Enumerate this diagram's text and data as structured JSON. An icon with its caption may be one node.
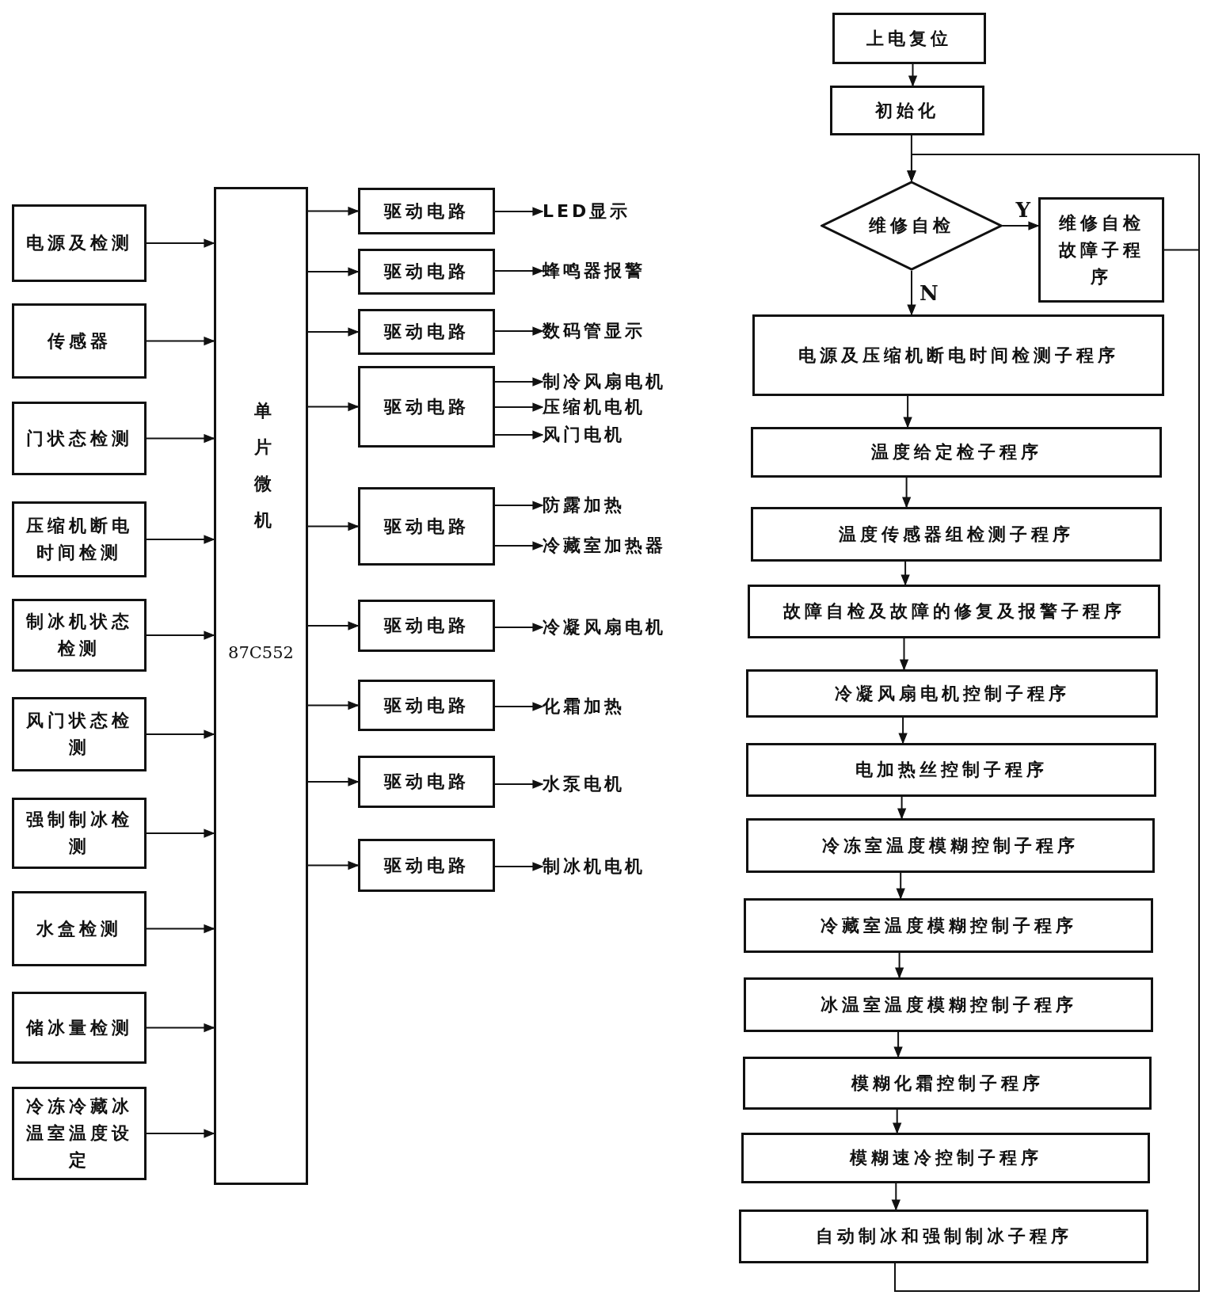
{
  "diagram": {
    "nodes": [
      {
        "text": [
          "电源及检测"
        ]
      },
      {
        "text": [
          "传感器"
        ]
      },
      {
        "text": [
          "门状态检测"
        ]
      },
      {
        "text": [
          "压缩机断电时间检测"
        ]
      },
      {
        "text": [
          "制冰机状态检测"
        ]
      },
      {
        "text": [
          "风门状态检测"
        ]
      },
      {
        "text": [
          "强制制冰检测"
        ]
      },
      {
        "text": [
          "水盒检测"
        ]
      },
      {
        "text": [
          "储冰量检测"
        ]
      },
      {
        "text": [
          "冷冻冷藏冰温室温度设定"
        ]
      },
      {
        "text": [
          "单片微机",
          "87C552"
        ]
      },
      {
        "text": [
          "驱动电路"
        ]
      },
      {
        "text": [
          "驱动电路"
        ]
      },
      {
        "text": [
          "驱动电路"
        ]
      },
      {
        "text": [
          "驱动电路"
        ]
      },
      {
        "text": [
          "驱动电路"
        ]
      },
      {
        "text": [
          "驱动电路"
        ]
      },
      {
        "text": [
          "驱动电路"
        ]
      },
      {
        "text": [
          "驱动电路"
        ]
      },
      {
        "text": [
          "驱动电路"
        ]
      },
      {
        "text": [
          "LED显示"
        ]
      },
      {
        "text": [
          "蜂鸣器报警"
        ]
      },
      {
        "text": [
          "数码管显示"
        ]
      },
      {
        "text": [
          "制冷风扇电机"
        ]
      },
      {
        "text": [
          "压缩机电机"
        ]
      },
      {
        "text": [
          "风门电机"
        ]
      },
      {
        "text": [
          "防露加热"
        ]
      },
      {
        "text": [
          "冷藏室加热器"
        ]
      },
      {
        "text": [
          "冷凝风扇电机"
        ]
      },
      {
        "text": [
          "化霜加热"
        ]
      },
      {
        "text": [
          "水泵电机"
        ]
      },
      {
        "text": [
          "制冰机电机"
        ]
      },
      {
        "text": [
          "上电复位"
        ]
      },
      {
        "text": [
          "初始化"
        ]
      },
      {
        "text": [
          "维修自检"
        ]
      },
      {
        "text": [
          "维修自检故障子程序"
        ]
      },
      {
        "text": [
          "电源及压缩机断电时间检测子程序"
        ]
      },
      {
        "text": [
          "温度给定检子程序"
        ]
      },
      {
        "text": [
          "温度传感器组检测子程序"
        ]
      },
      {
        "text": [
          "故障自检及故障的修复及报警子程序"
        ]
      },
      {
        "text": [
          "冷凝风扇电机控制子程序"
        ]
      },
      {
        "text": [
          "电加热丝控制子程序"
        ]
      },
      {
        "text": [
          "冷冻室温度模糊控制子程序"
        ]
      },
      {
        "text": [
          "冷藏室温度模糊控制子程序"
        ]
      },
      {
        "text": [
          "冰温室温度模糊控制子程序"
        ]
      },
      {
        "text": [
          "模糊化霜控制子程序"
        ]
      },
      {
        "text": [
          "模糊速冷控制子程序"
        ]
      },
      {
        "text": [
          "自动制冰和强制制冰子程序"
        ]
      }
    ],
    "edges": [
      {
        "from": 0,
        "to": 10,
        "arrow": "to"
      },
      {
        "from": 1,
        "to": 10,
        "arrow": "to"
      },
      {
        "from": 2,
        "to": 10,
        "arrow": "to"
      },
      {
        "from": 3,
        "to": 10,
        "arrow": "to"
      },
      {
        "from": 4,
        "to": 10,
        "arrow": "to"
      },
      {
        "from": 5,
        "to": 10,
        "arrow": "to"
      },
      {
        "from": 6,
        "to": 10,
        "arrow": "to"
      },
      {
        "from": 7,
        "to": 10,
        "arrow": "to"
      },
      {
        "from": 8,
        "to": 10,
        "arrow": "to"
      },
      {
        "from": 9,
        "to": 10,
        "arrow": "to"
      },
      {
        "from": 10,
        "to": 11,
        "arrow": "to"
      },
      {
        "from": 10,
        "to": 12,
        "arrow": "to"
      },
      {
        "from": 10,
        "to": 13,
        "arrow": "to"
      },
      {
        "from": 10,
        "to": 14,
        "arrow": "to"
      },
      {
        "from": 10,
        "to": 15,
        "arrow": "to"
      },
      {
        "from": 10,
        "to": 16,
        "arrow": "to"
      },
      {
        "from": 10,
        "to": 17,
        "arrow": "to"
      },
      {
        "from": 10,
        "to": 18,
        "arrow": "to"
      },
      {
        "from": 10,
        "to": 19,
        "arrow": "to"
      },
      {
        "from": 11,
        "to": 20,
        "arrow": "to"
      },
      {
        "from": 12,
        "to": 21,
        "arrow": "to"
      },
      {
        "from": 13,
        "to": 22,
        "arrow": "to"
      },
      {
        "from": 14,
        "to": 23,
        "arrow": "to"
      },
      {
        "from": 14,
        "to": 24,
        "arrow": "to"
      },
      {
        "from": 14,
        "to": 25,
        "arrow": "to"
      },
      {
        "from": 15,
        "to": 26,
        "arrow": "to"
      },
      {
        "from": 15,
        "to": 27,
        "arrow": "to"
      },
      {
        "from": 16,
        "to": 28,
        "arrow": "to"
      },
      {
        "from": 17,
        "to": 29,
        "arrow": "to"
      },
      {
        "from": 18,
        "to": 30,
        "arrow": "to"
      },
      {
        "from": 19,
        "to": 31,
        "arrow": "to"
      },
      {
        "from": 32,
        "to": 33,
        "arrow": "to"
      },
      {
        "from": 33,
        "to": 34,
        "arrow": "to"
      },
      {
        "from": 34,
        "to": 35,
        "arrow": "to",
        "label": "Y"
      },
      {
        "from": 34,
        "to": 36,
        "arrow": "to",
        "label": "N"
      },
      {
        "from": 36,
        "to": 37,
        "arrow": "to"
      },
      {
        "from": 37,
        "to": 38,
        "arrow": "to"
      },
      {
        "from": 38,
        "to": 39,
        "arrow": "to"
      },
      {
        "from": 39,
        "to": 40,
        "arrow": "to"
      },
      {
        "from": 40,
        "to": 41,
        "arrow": "to"
      },
      {
        "from": 41,
        "to": 42,
        "arrow": "to"
      },
      {
        "from": 42,
        "to": 43,
        "arrow": "to"
      },
      {
        "from": 43,
        "to": 44,
        "arrow": "to"
      },
      {
        "from": 44,
        "to": 45,
        "arrow": "to"
      },
      {
        "from": 45,
        "to": 46,
        "arrow": "to"
      },
      {
        "from": 46,
        "to": 47,
        "arrow": "to"
      },
      {
        "from": 47,
        "to": 34,
        "arrow": "to"
      },
      {
        "from": 35,
        "to": 34,
        "arrow": "to"
      }
    ]
  }
}
